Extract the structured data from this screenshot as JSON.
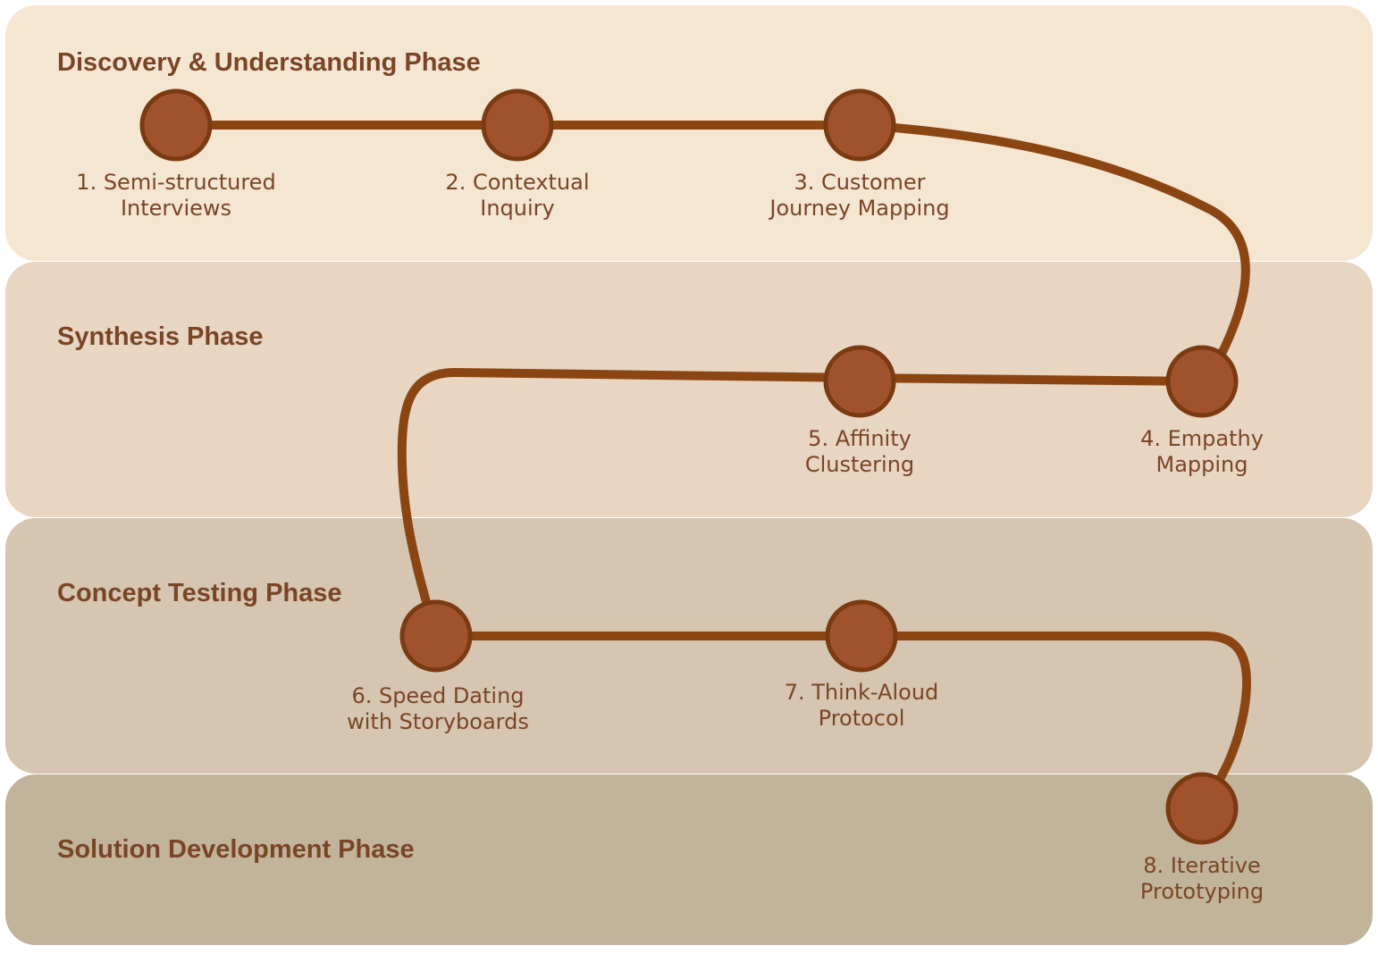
{
  "colors": {
    "band_1": "#f5e6d2",
    "band_2": "#e8d6c2",
    "band_3": "#d6c5b0",
    "band_4": "#c2b49a",
    "path": "#8b4513",
    "node_fill": "#a0522d",
    "node_stroke": "#7a3a12",
    "text": "#7a4526"
  },
  "phases": [
    {
      "title": "Discovery & Understanding Phase"
    },
    {
      "title": "Synthesis Phase"
    },
    {
      "title": "Concept Testing Phase"
    },
    {
      "title": "Solution Development Phase"
    }
  ],
  "steps": [
    {
      "line1": "1. Semi-structured",
      "line2": "Interviews"
    },
    {
      "line1": "2. Contextual",
      "line2": "Inquiry"
    },
    {
      "line1": "3. Customer",
      "line2": "Journey Mapping"
    },
    {
      "line1": "4. Empathy",
      "line2": "Mapping"
    },
    {
      "line1": "5. Affinity",
      "line2": "Clustering"
    },
    {
      "line1": "6. Speed Dating",
      "line2": "with Storyboards"
    },
    {
      "line1": "7. Think-Aloud",
      "line2": "Protocol"
    },
    {
      "line1": "8. Iterative",
      "line2": "Prototyping"
    }
  ]
}
